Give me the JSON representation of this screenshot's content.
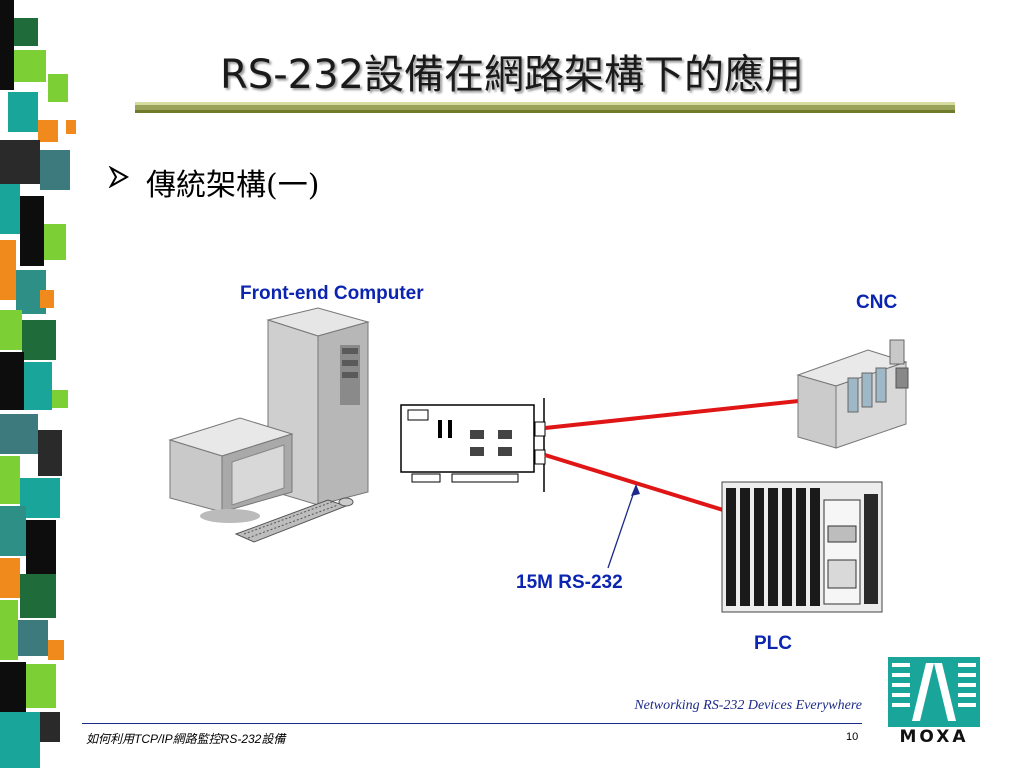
{
  "slide": {
    "title": "RS-232設備在網路架構下的應用",
    "bullet": "傳統架構(一)"
  },
  "diagram": {
    "computer_label": "Front-end Computer",
    "cnc_label": "CNC",
    "plc_label": "PLC",
    "cable_label": "15M RS-232",
    "line_color": "#e01515",
    "label_color": "#0b25b0"
  },
  "footer": {
    "tagline": "Networking RS-232 Devices Everywhere",
    "left_text": "如何利用TCP/IP網路監控RS-232設備",
    "page_number": "10"
  },
  "logo": {
    "text": "MOXA",
    "color": "#1aa59a"
  }
}
